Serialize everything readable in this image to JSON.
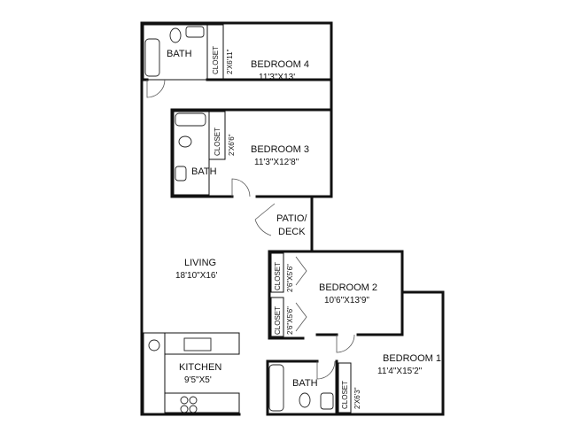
{
  "rooms": {
    "bedroom4": {
      "name": "BEDROOM 4",
      "dims": "11'3\"X13'"
    },
    "bedroom3": {
      "name": "BEDROOM 3",
      "dims": "11'3\"X12'8\""
    },
    "bedroom2": {
      "name": "BEDROOM 2",
      "dims": "10'6\"X13'9\""
    },
    "bedroom1": {
      "name": "BEDROOM 1",
      "dims": "11'4\"X15'2\""
    },
    "living": {
      "name": "LIVING",
      "dims": "18'10\"X16'"
    },
    "kitchen": {
      "name": "KITCHEN",
      "dims": "9'5\"X5'"
    },
    "patio_line1": "PATIO/",
    "patio_line2": "DECK"
  },
  "baths": {
    "bath_top": "BATH",
    "bath_mid": "BATH",
    "bath_bottom": "BATH"
  },
  "closets": {
    "c4": {
      "label": "CLOSET",
      "dims": "2'X6'11\""
    },
    "c3": {
      "label": "CLOSET",
      "dims": "2'X6'6\""
    },
    "c2a": {
      "label": "CLOSET",
      "dims": "2'6\"X5'6\""
    },
    "c2b": {
      "label": "CLOSET",
      "dims": "2'6\"X5'6\""
    },
    "c1": {
      "label": "CLOSET",
      "dims": "2'X6'3\""
    }
  }
}
